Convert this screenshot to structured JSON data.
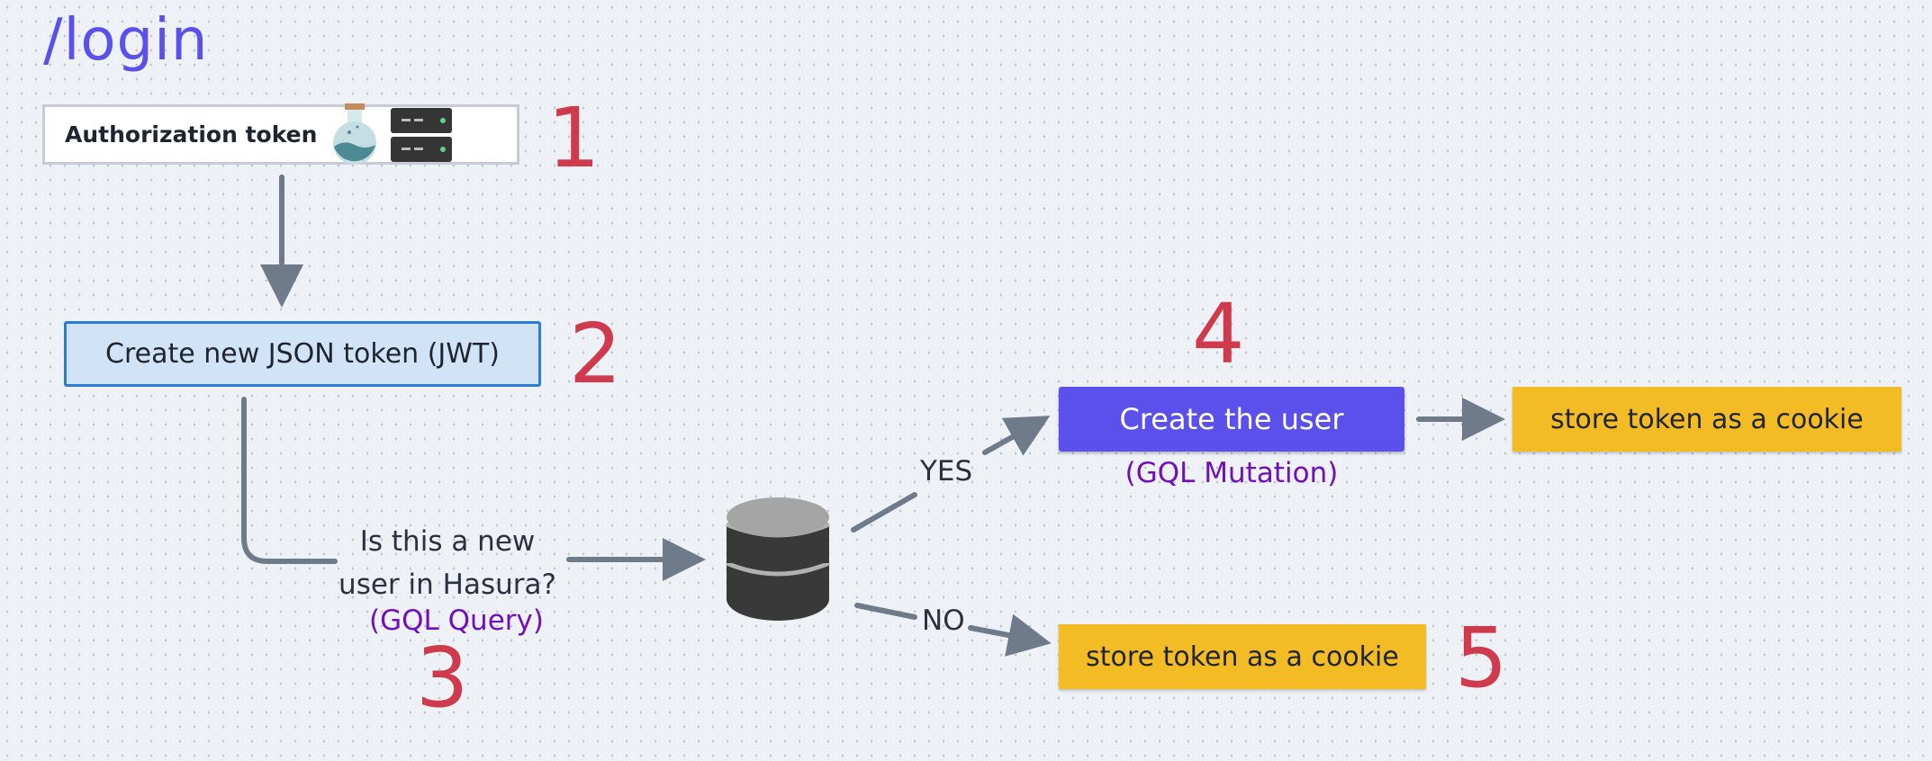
{
  "title": "/login",
  "auth_box": {
    "label": "Authorization token",
    "icons": [
      "flask-icon",
      "server-icon"
    ]
  },
  "jwt_box": {
    "label": "Create new JSON token (JWT)"
  },
  "question": {
    "line1": "Is this a new",
    "line2": "user in Hasura?",
    "sub": "(GQL Query)"
  },
  "branch": {
    "yes": "YES",
    "no": "NO"
  },
  "create_user": {
    "label": "Create the user",
    "sub": "(GQL Mutation)"
  },
  "cookie_top": {
    "label": "store token as a cookie"
  },
  "cookie_bottom": {
    "label": "store token as a cookie"
  },
  "steps": [
    "1",
    "2",
    "3",
    "4",
    "5"
  ],
  "colors": {
    "accent": "#5b50ec",
    "step": "#cf3a4d",
    "yellow": "#f4bc24",
    "jwt_fill": "#d0e3f7",
    "jwt_border": "#2c7bd6",
    "arrow": "#6f7b8a",
    "purple_text": "#6f10b8"
  }
}
